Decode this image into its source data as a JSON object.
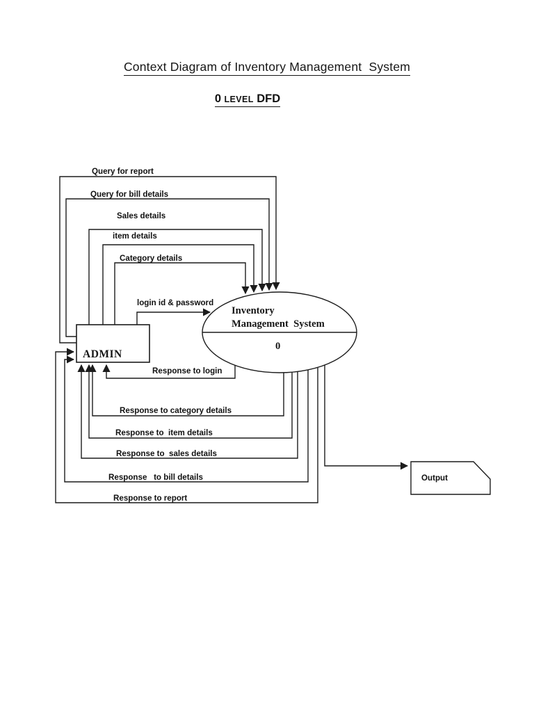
{
  "page": {
    "title": "Context Diagram of Inventory Management  System",
    "subtitle": {
      "number": "0",
      "level": "LEVEL",
      "type": "DFD"
    }
  },
  "diagram": {
    "ink_color": "#1c1c1c",
    "background_color": "#ffffff",
    "entities": {
      "admin": "ADMIN",
      "output": "Output"
    },
    "process": {
      "title_line1": "Inventory",
      "title_line2": "Management  System",
      "level": "0"
    },
    "flows": {
      "query_report": "Query for report",
      "query_bill": "Query for bill details",
      "sales_details": "Sales details",
      "item_details": "item details",
      "category_details": "Category details",
      "login": "login id & password",
      "response_login": "Response to login",
      "response_category": "Response to category details",
      "response_item": "Response to  item details",
      "response_sales": "Response to  sales details",
      "response_bill": "Response   to bill details",
      "response_report": "Response to report"
    }
  }
}
